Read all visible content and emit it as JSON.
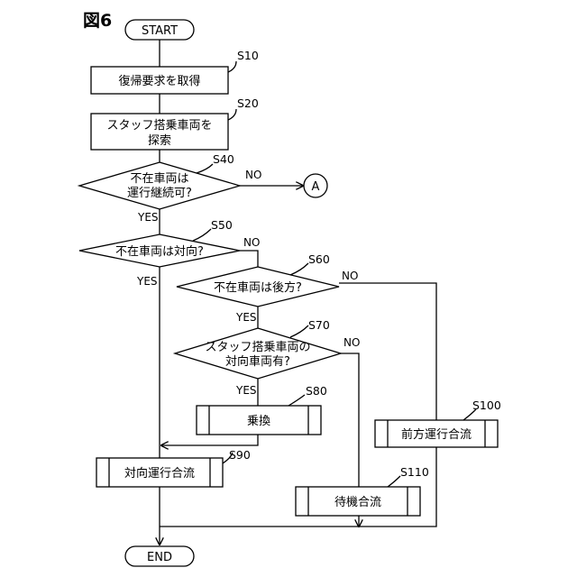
{
  "figure_label": "図6",
  "nodes": {
    "start": "START",
    "end": "END",
    "s10": "復帰要求を取得",
    "s20_line1": "スタッフ搭乗車両を",
    "s20_line2": "探索",
    "s40_line1": "不在車両は",
    "s40_line2": "運行継続可?",
    "s50": "不在車両は対向?",
    "s60": "不在車両は後方?",
    "s70_line1": "スタッフ搭乗車両の",
    "s70_line2": "対向車両有?",
    "s80": "乗換",
    "s90": "対向運行合流",
    "s100": "前方運行合流",
    "s110": "待機合流",
    "connector_a": "A"
  },
  "step_labels": {
    "s10": "S10",
    "s20": "S20",
    "s40": "S40",
    "s50": "S50",
    "s60": "S60",
    "s70": "S70",
    "s80": "S80",
    "s90": "S90",
    "s100": "S100",
    "s110": "S110"
  },
  "branch_labels": {
    "s40_no": "NO",
    "s40_yes": "YES",
    "s50_no": "NO",
    "s50_yes": "YES",
    "s60_no": "NO",
    "s60_yes": "YES",
    "s70_no": "NO",
    "s70_yes": "YES"
  }
}
